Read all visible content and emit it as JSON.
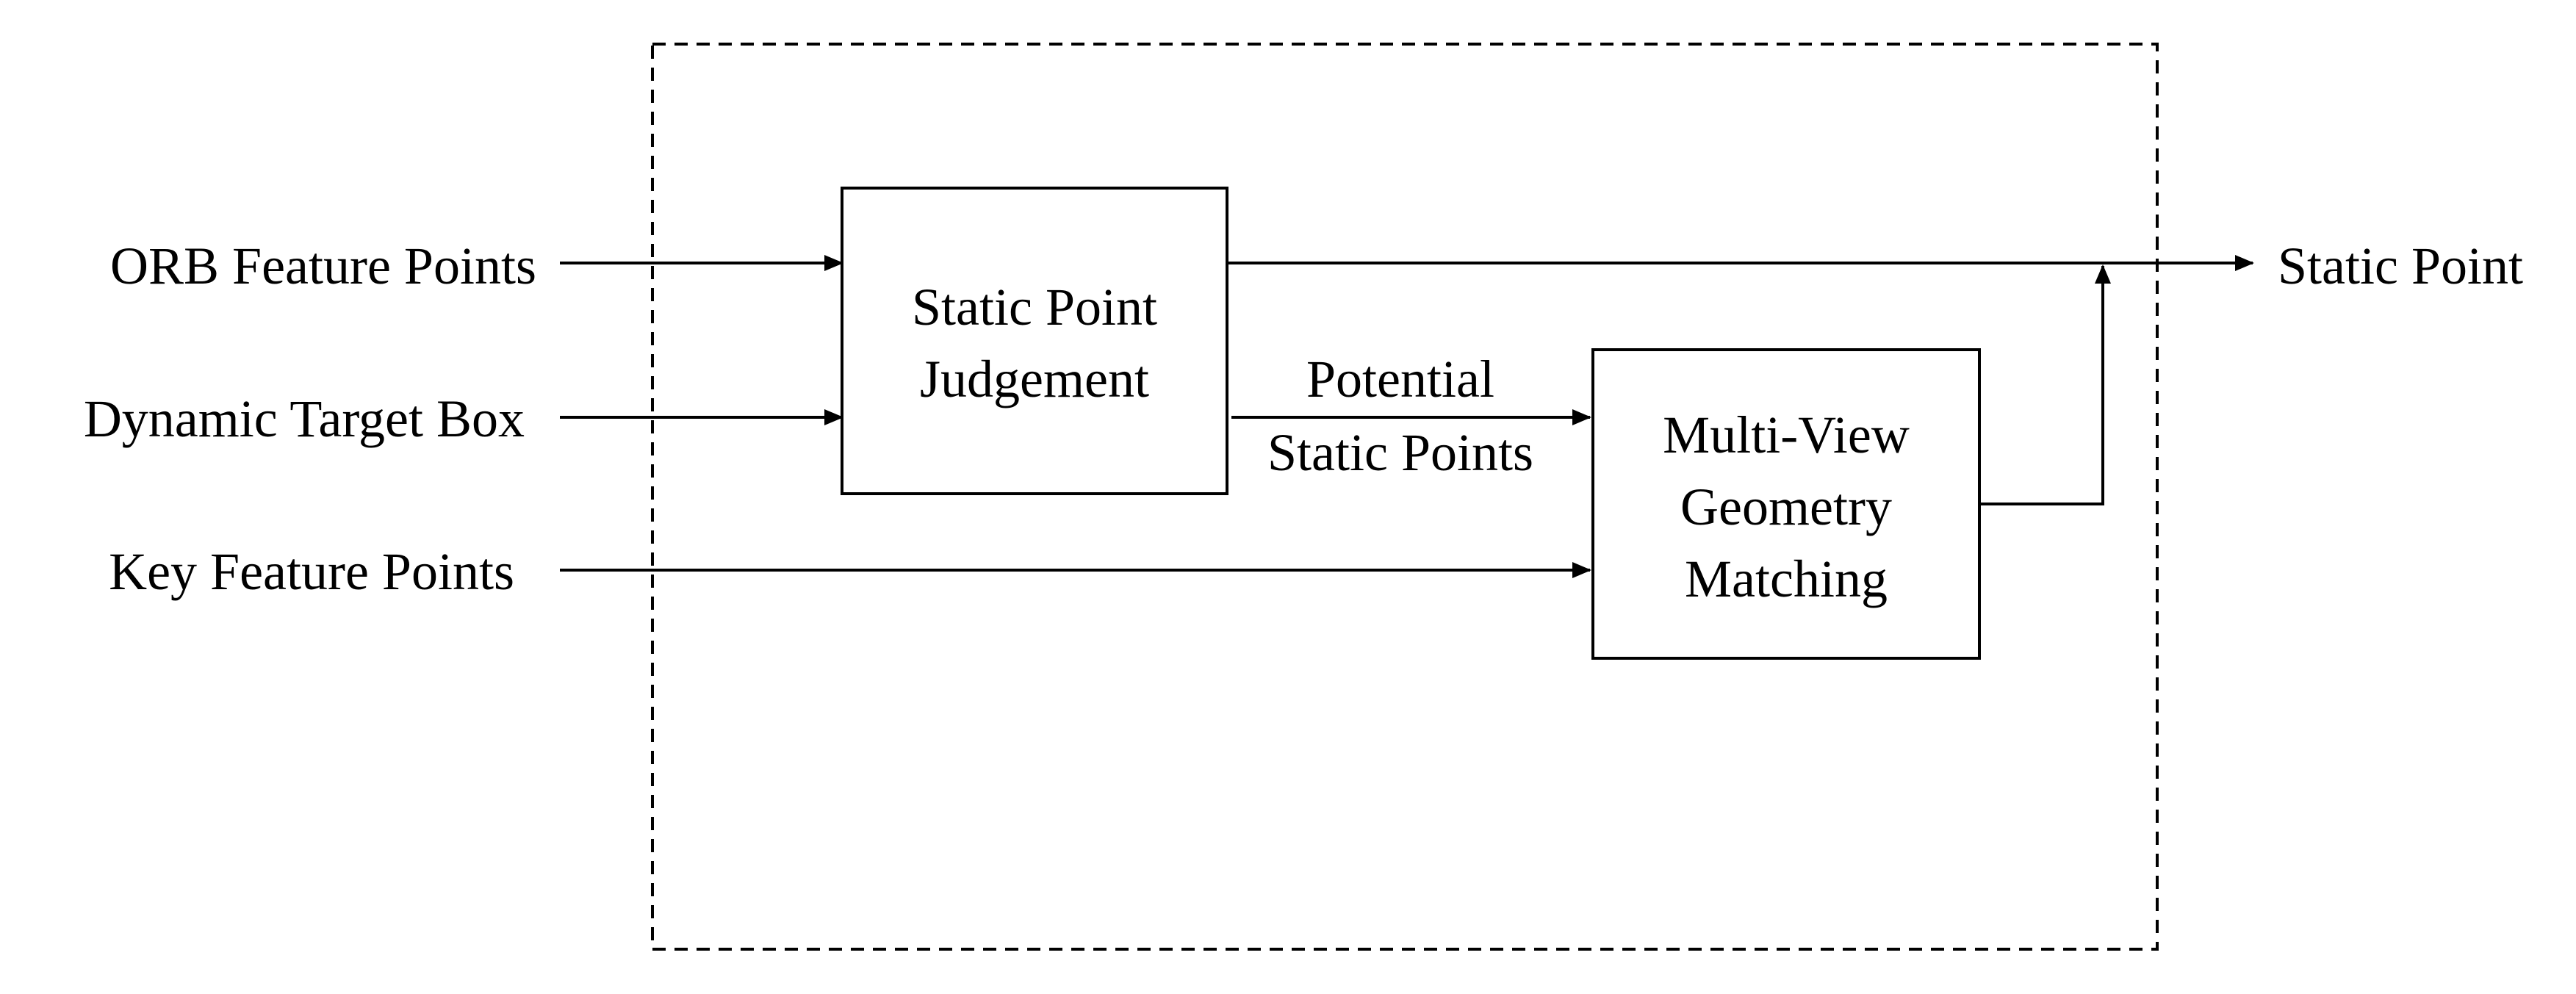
{
  "inputs": {
    "orb_feature_points": "ORB Feature Points",
    "dynamic_target_box": "Dynamic Target Box",
    "key_feature_points": "Key Feature Points"
  },
  "blocks": {
    "static_point_judgement": {
      "line1": "Static Point",
      "line2": "Judgement"
    },
    "multi_view_geometry_matching": {
      "line1": "Multi-View",
      "line2": "Geometry",
      "line3": "Matching"
    }
  },
  "edge_labels": {
    "potential_static_points": {
      "line1": "Potential",
      "line2": "Static Points"
    }
  },
  "output": {
    "static_point": "Static Point"
  }
}
